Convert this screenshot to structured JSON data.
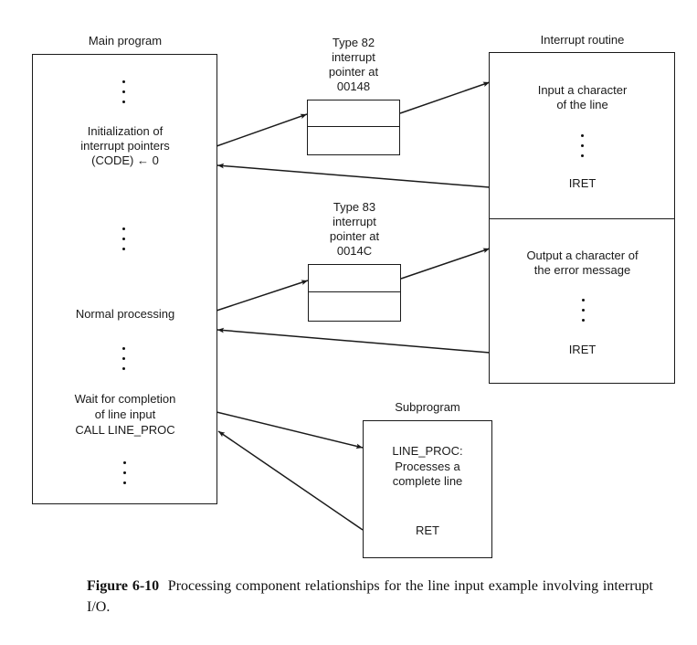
{
  "main_program": {
    "title": "Main program",
    "init_line1": "Initialization of",
    "init_line2": "interrupt pointers",
    "init_line3": "(CODE) ← 0",
    "normal": "Normal processing",
    "wait_line1": "Wait for completion",
    "wait_line2": "of line input",
    "wait_line3": "CALL LINE_PROC"
  },
  "pointer82": {
    "line1": "Type 82",
    "line2": "interrupt",
    "line3": "pointer at",
    "line4": "00148"
  },
  "pointer83": {
    "line1": "Type 83",
    "line2": "interrupt",
    "line3": "pointer at",
    "line4": "0014C"
  },
  "interrupt_routine": {
    "title": "Interrupt routine",
    "input_line1": "Input a character",
    "input_line2": "of the line",
    "iret1": "IRET",
    "output_line1": "Output a character of",
    "output_line2": "the error message",
    "iret2": "IRET"
  },
  "subprogram": {
    "title": "Subprogram",
    "line1": "LINE_PROC:",
    "line2": "Processes a",
    "line3": "complete line",
    "ret": "RET"
  },
  "caption": {
    "label": "Figure 6-10",
    "text": "Processing component relationships for the line input example involving interrupt I/O."
  },
  "colors": {
    "ink": "#1a1a1a",
    "background": "#ffffff"
  }
}
